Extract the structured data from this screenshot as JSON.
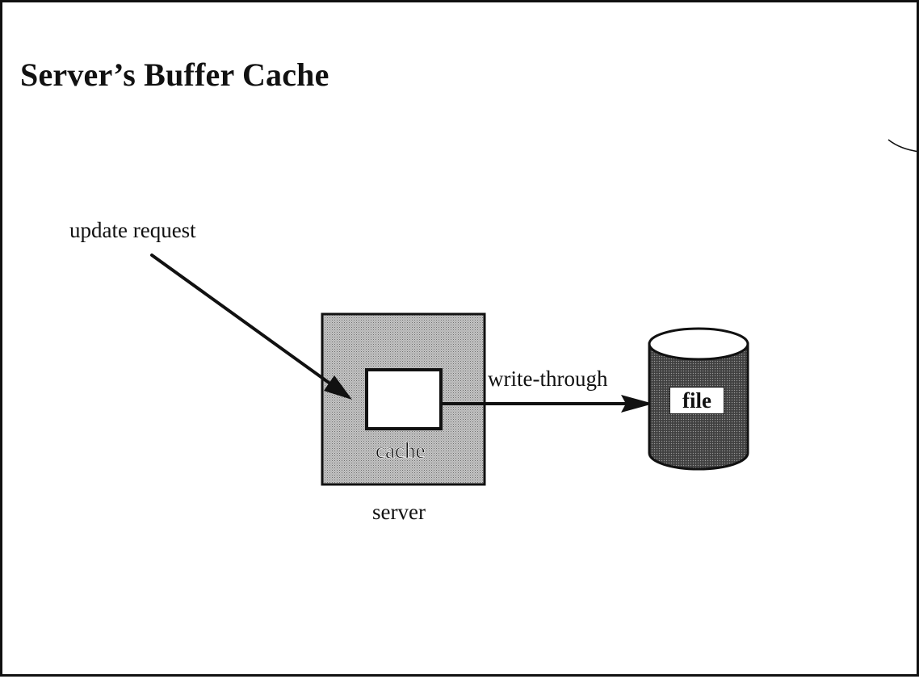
{
  "slide": {
    "title": "Server’s Buffer Cache"
  },
  "diagram": {
    "update_label": "update request",
    "cache_label": "cache",
    "server_label": "server",
    "write_label": "write-through",
    "file_label": "file"
  },
  "colors": {
    "ink": "#111111",
    "server_fill": "#b8b8b8",
    "disk_fill": "#555555",
    "background": "#ffffff"
  }
}
